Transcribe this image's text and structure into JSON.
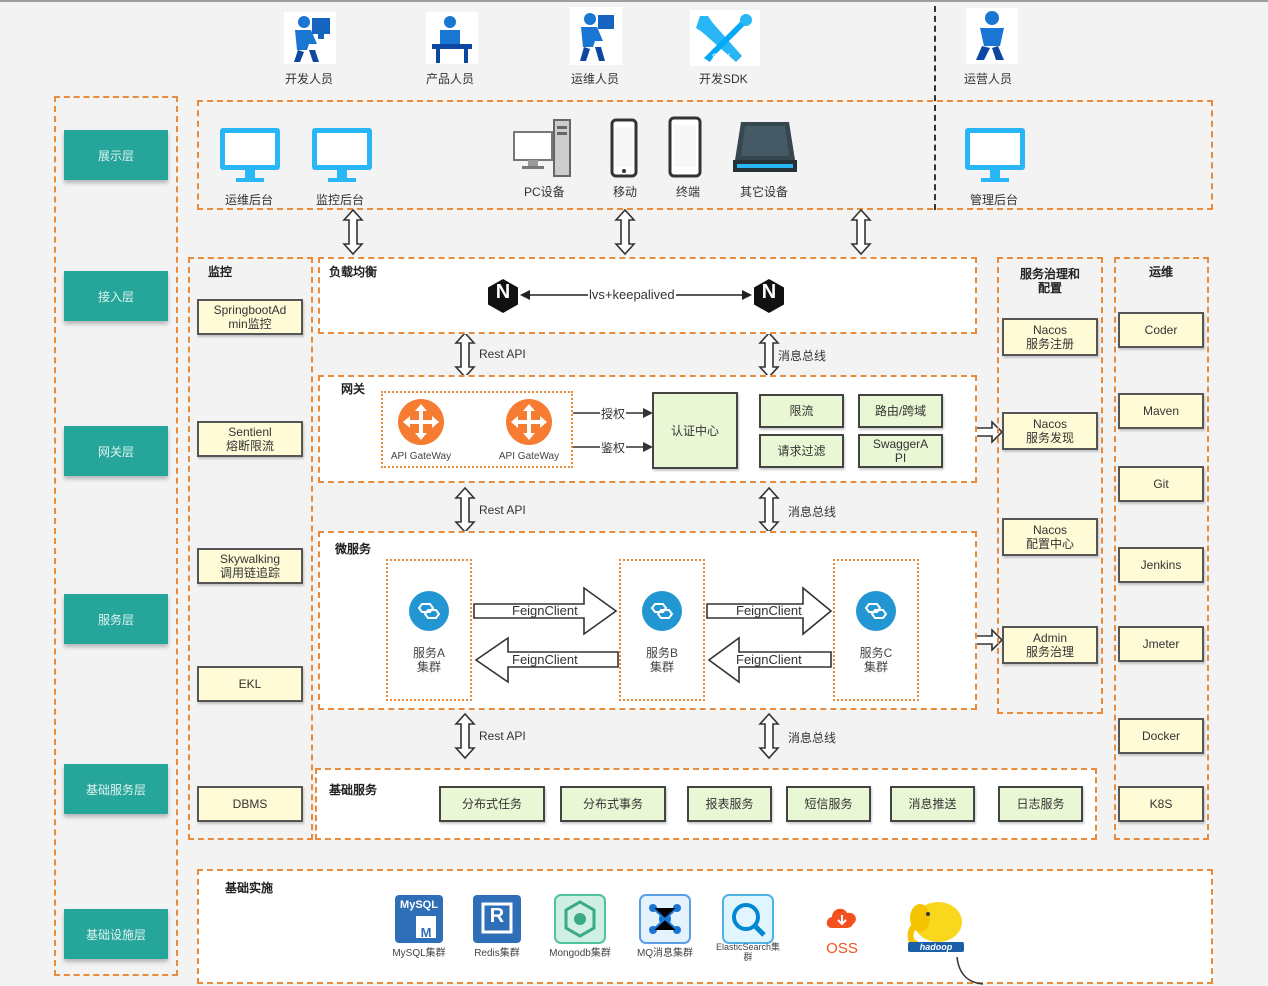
{
  "roles": [
    {
      "label": "开发人员"
    },
    {
      "label": "产品人员"
    },
    {
      "label": "运维人员"
    },
    {
      "label": "开发SDK"
    },
    {
      "label": "运营人员"
    }
  ],
  "layers": [
    "展示层",
    "接入层",
    "网关层",
    "服务层",
    "基础服务层",
    "基础设施层"
  ],
  "display": {
    "items": [
      "运维后台",
      "监控后台",
      "PC设备",
      "移动",
      "终端",
      "其它设备",
      "管理后台"
    ]
  },
  "monitor": {
    "title": "监控",
    "items": [
      "SpringbootAd\nmin监控",
      "Sentienl\n熔断限流",
      "Skywalking\n调用链追踪",
      "EKL",
      "DBMS"
    ]
  },
  "lb": {
    "title": "负载均衡",
    "link": "lvs+keepalived",
    "n_label": "N"
  },
  "rest_api": "Rest API",
  "msg_bus": "消息总线",
  "gateway": {
    "title": "网关",
    "gw_label": "API GateWay",
    "auth": "授权",
    "authn": "鉴权",
    "center": "认证中心",
    "boxes": [
      "限流",
      "路由/跨域",
      "请求过滤",
      "SwaggerA\nPI"
    ]
  },
  "micro": {
    "title": "微服务",
    "svc": [
      "服务A\n集群",
      "服务B\n集群",
      "服务C\n集群"
    ],
    "feign": "FeignClient"
  },
  "basic": {
    "title": "基础服务",
    "items": [
      "分布式任务",
      "分布式事务",
      "报表服务",
      "短信服务",
      "消息推送",
      "日志服务"
    ]
  },
  "governance": {
    "title": "服务治理和\n配置",
    "items": [
      "Nacos\n服务注册",
      "Nacos\n服务发现",
      "Nacos\n配置中心",
      "Admin\n服务治理"
    ]
  },
  "ops": {
    "title": "运维",
    "items": [
      "Coder",
      "Maven",
      "Git",
      "Jenkins",
      "Jmeter",
      "Docker",
      "K8S"
    ]
  },
  "infra": {
    "title": "基础实施",
    "items": [
      "MySQL集群",
      "Redis集群",
      "Mongodb集群",
      "MQ消息集群",
      "ElasticSearch集\n群",
      "OSS"
    ],
    "mysql_logo": "MySQL",
    "mysql_m": "M",
    "redis_r": "R",
    "hadoop_logo": "hadoop"
  },
  "colors": {
    "teal": "#26a69a",
    "orange": "#e88b3a",
    "yellow_box": "#fffbd6",
    "green_box": "#e9f7d5",
    "monitor_blue": "#29b6f6"
  }
}
